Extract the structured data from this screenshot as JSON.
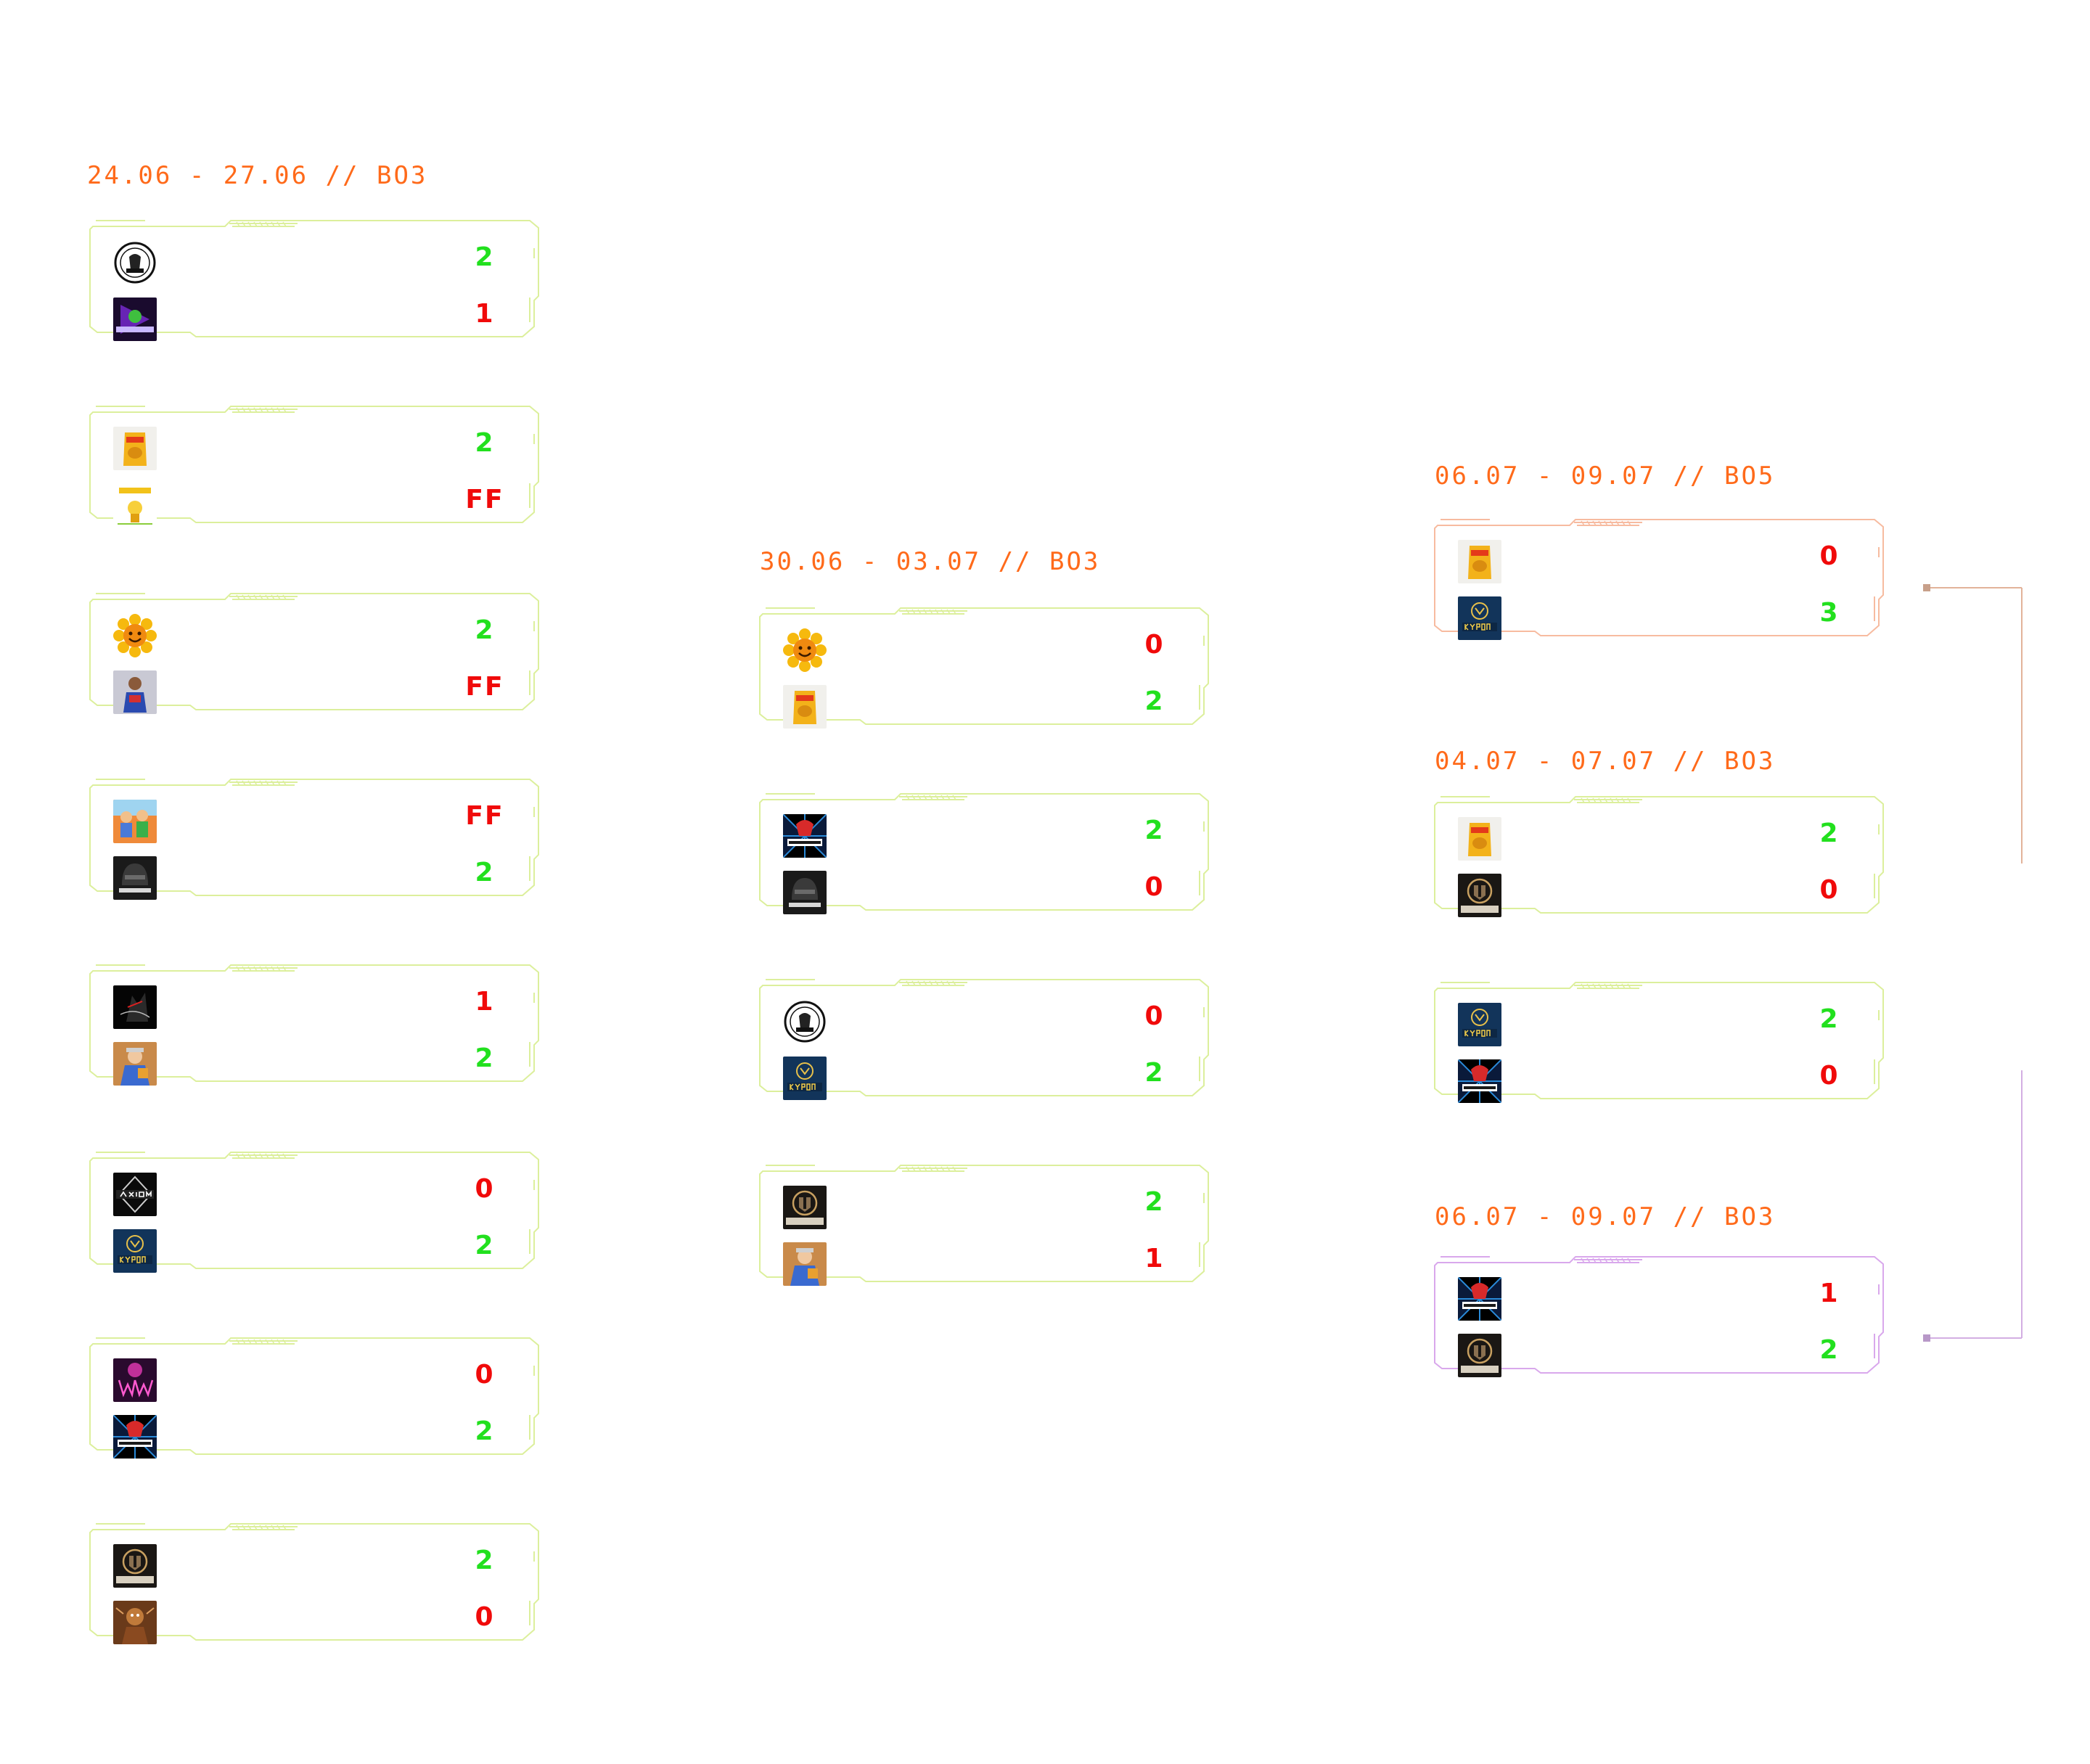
{
  "rounds": [
    {
      "header": "24.06 - 27.06 // BO3"
    },
    {
      "header": "30.06 - 03.07 // BO3"
    },
    {
      "header": "06.07 - 09.07 // BO5"
    },
    {
      "header": "04.07 - 07.07 // BO3"
    },
    {
      "header": "06.07 - 09.07 // BO3"
    }
  ],
  "colors": {
    "header": "#ff6a1a",
    "win": "#22e01e",
    "loss": "#f00a0a",
    "frame_green": "#dcef9c",
    "frame_orange": "#f7bba0",
    "frame_purple": "#d9a8ec",
    "connector_orange": "#e2b39a",
    "connector_purple": "#d3aee2"
  },
  "matches": [
    {
      "round": 0,
      "teams": [
        {
          "logo": "white-crest-icon",
          "score": "2",
          "result": "win"
        },
        {
          "logo": "electronic-purple-icon",
          "score": "1",
          "result": "loss"
        }
      ]
    },
    {
      "round": 0,
      "teams": [
        {
          "logo": "chips-pack-icon",
          "score": "2",
          "result": "win"
        },
        {
          "logo": "yellow-mascot-icon",
          "score": "FF",
          "result": "loss"
        }
      ]
    },
    {
      "round": 0,
      "teams": [
        {
          "logo": "sunflower-icon",
          "score": "2",
          "result": "win"
        },
        {
          "logo": "player-photo-icon",
          "score": "FF",
          "result": "loss"
        }
      ]
    },
    {
      "round": 0,
      "teams": [
        {
          "logo": "cartoon-group-icon",
          "score": "FF",
          "result": "loss"
        },
        {
          "logo": "dark-helmet-icon",
          "score": "2",
          "result": "win"
        }
      ]
    },
    {
      "round": 0,
      "teams": [
        {
          "logo": "black-silhouette-icon",
          "score": "1",
          "result": "loss"
        },
        {
          "logo": "farmer-photo-icon",
          "score": "2",
          "result": "win"
        }
      ]
    },
    {
      "round": 0,
      "teams": [
        {
          "logo": "axiom-icon",
          "score": "0",
          "result": "loss"
        },
        {
          "logo": "ukrop-icon",
          "score": "2",
          "result": "win"
        }
      ]
    },
    {
      "round": 0,
      "teams": [
        {
          "logo": "www-pink-icon",
          "score": "0",
          "result": "loss"
        },
        {
          "logo": "different-icon",
          "score": "2",
          "result": "win"
        }
      ]
    },
    {
      "round": 0,
      "teams": [
        {
          "logo": "gladiators-icon",
          "score": "2",
          "result": "win"
        },
        {
          "logo": "brown-character-icon",
          "score": "0",
          "result": "loss"
        }
      ]
    },
    {
      "round": 1,
      "teams": [
        {
          "logo": "sunflower-icon",
          "score": "0",
          "result": "loss"
        },
        {
          "logo": "chips-pack-icon",
          "score": "2",
          "result": "win"
        }
      ]
    },
    {
      "round": 1,
      "teams": [
        {
          "logo": "different-icon",
          "score": "2",
          "result": "win"
        },
        {
          "logo": "dark-helmet-icon",
          "score": "0",
          "result": "loss"
        }
      ]
    },
    {
      "round": 1,
      "teams": [
        {
          "logo": "white-crest-icon",
          "score": "0",
          "result": "loss"
        },
        {
          "logo": "ukrop-icon",
          "score": "2",
          "result": "win"
        }
      ]
    },
    {
      "round": 1,
      "teams": [
        {
          "logo": "gladiators-icon",
          "score": "2",
          "result": "win"
        },
        {
          "logo": "farmer-photo-icon",
          "score": "1",
          "result": "loss"
        }
      ]
    },
    {
      "round": 2,
      "teams": [
        {
          "logo": "chips-pack-icon",
          "score": "0",
          "result": "loss"
        },
        {
          "logo": "ukrop-icon",
          "score": "3",
          "result": "win"
        }
      ]
    },
    {
      "round": 3,
      "teams": [
        {
          "logo": "chips-pack-icon",
          "score": "2",
          "result": "win"
        },
        {
          "logo": "gladiators-icon",
          "score": "0",
          "result": "loss"
        }
      ]
    },
    {
      "round": 3,
      "teams": [
        {
          "logo": "ukrop-icon",
          "score": "2",
          "result": "win"
        },
        {
          "logo": "different-icon",
          "score": "0",
          "result": "loss"
        }
      ]
    },
    {
      "round": 4,
      "teams": [
        {
          "logo": "different-icon",
          "score": "1",
          "result": "loss"
        },
        {
          "logo": "gladiators-icon",
          "score": "2",
          "result": "win"
        }
      ]
    }
  ]
}
